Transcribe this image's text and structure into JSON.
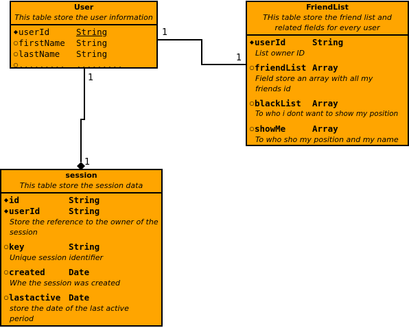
{
  "user": {
    "name": "User",
    "description": "This table store the user information",
    "rows": [
      {
        "marker": "◆",
        "name": "userId",
        "type": "String",
        "key": true
      },
      {
        "marker": "○",
        "name": "firstName",
        "type": "String",
        "key": false
      },
      {
        "marker": "○",
        "name": "lastName",
        "type": "String",
        "key": false
      },
      {
        "marker": "○",
        "name": ".........",
        "type": ".........",
        "key": false
      }
    ]
  },
  "friendlist": {
    "name": "FriendList",
    "description": "THis table store the friend list and related fields for every user",
    "attributes": [
      {
        "marker": "◆",
        "name": "userId",
        "type": "String",
        "key": true,
        "description": "List owner ID"
      },
      {
        "marker": "○",
        "name": "friendList",
        "type": "Array",
        "key": false,
        "description": "Field store an array with all my friends id"
      },
      {
        "marker": "○",
        "name": "blackList",
        "type": "Array",
        "key": false,
        "description": "To who i dont want to show my position"
      },
      {
        "marker": "○",
        "name": "showMe",
        "type": "Array",
        "key": false,
        "description": "To who sho my position and my name"
      }
    ]
  },
  "session": {
    "name": "session",
    "description": "This table store the session data",
    "attributes": [
      {
        "marker": "◆",
        "name": "id",
        "type": "String",
        "key": true,
        "description": ""
      },
      {
        "marker": "◆",
        "name": "userId",
        "type": "String",
        "key": false,
        "description": "Store the reference to the owner of the session"
      },
      {
        "marker": "○",
        "name": "key",
        "type": "String",
        "key": false,
        "description": "Unique session identifier"
      },
      {
        "marker": "○",
        "name": "created",
        "type": "Date",
        "key": false,
        "description": "Whe the session was created"
      },
      {
        "marker": "○",
        "name": "lastactive",
        "type": "Date",
        "key": false,
        "description": "store the date of the last active period"
      }
    ]
  },
  "relations": {
    "user_friendlist": {
      "from_mult": "1",
      "to_mult": "1"
    },
    "user_session": {
      "from_mult": "1",
      "to_mult": "1"
    }
  }
}
